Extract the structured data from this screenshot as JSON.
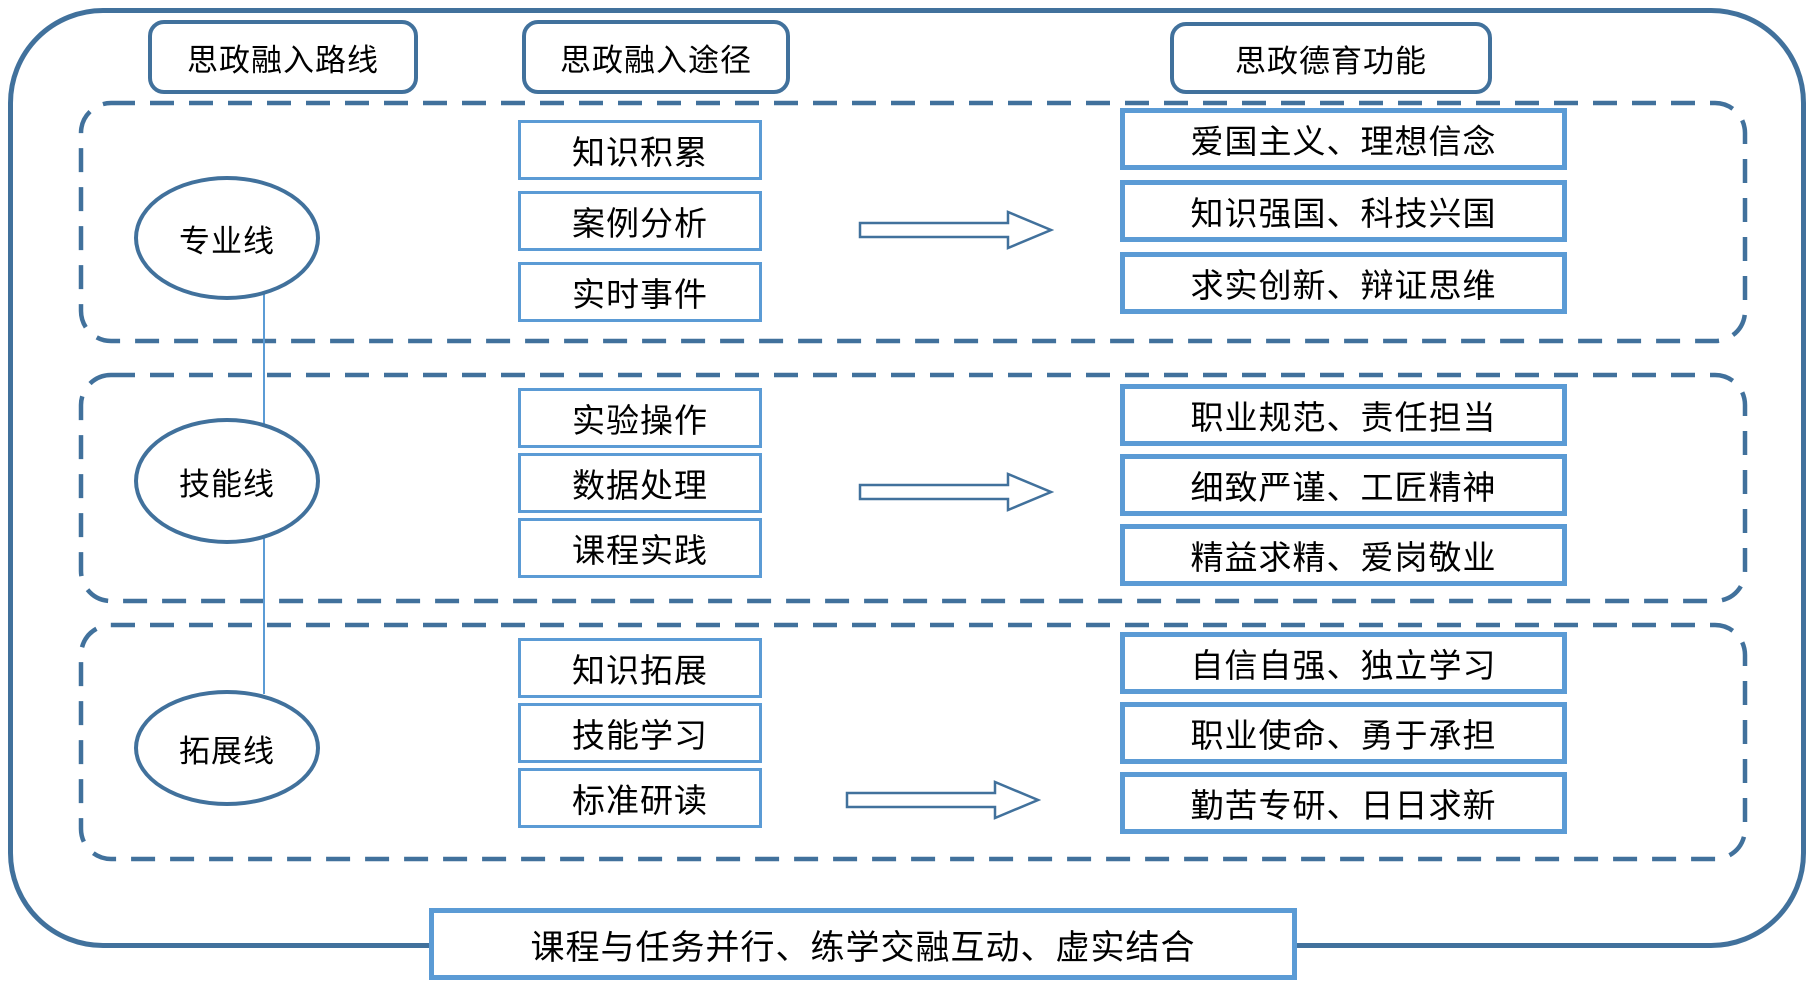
{
  "diagram": {
    "headers": {
      "route": "思政融入路线",
      "pathway": "思政融入途径",
      "function": "思政德育功能"
    },
    "rows": [
      {
        "route": "专业线",
        "pathways": [
          "知识积累",
          "案例分析",
          "实时事件"
        ],
        "functions": [
          "爱国主义、理想信念",
          "知识强国、科技兴国",
          "求实创新、辩证思维"
        ]
      },
      {
        "route": "技能线",
        "pathways": [
          "实验操作",
          "数据处理",
          "课程实践"
        ],
        "functions": [
          "职业规范、责任担当",
          "细致严谨、工匠精神",
          "精益求精、爱岗敬业"
        ]
      },
      {
        "route": "拓展线",
        "pathways": [
          "知识拓展",
          "技能学习",
          "标准研读"
        ],
        "functions": [
          "自信自强、独立学习",
          "职业使命、勇于承担",
          "勤苦专研、日日求新"
        ]
      }
    ],
    "footer": "课程与任务并行、练学交融互动、虚实结合",
    "colors": {
      "primary": "#41719C",
      "accent": "#5B9BD5"
    }
  }
}
